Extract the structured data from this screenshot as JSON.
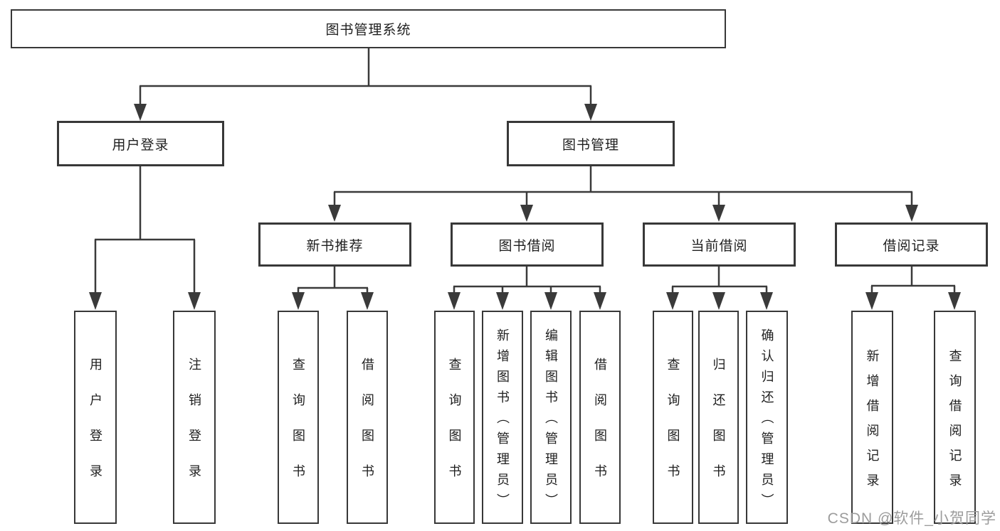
{
  "tree": {
    "root": {
      "label": "图书管理系统"
    },
    "user_login": {
      "label": "用户登录",
      "children": [
        {
          "label": "用户登录"
        },
        {
          "label": "注销登录"
        }
      ]
    },
    "book_management": {
      "label": "图书管理",
      "children": [
        {
          "label": "新书推荐",
          "children": [
            {
              "label": "查询图书"
            },
            {
              "label": "借阅图书"
            }
          ]
        },
        {
          "label": "图书借阅",
          "children": [
            {
              "label": "查询图书"
            },
            {
              "label": "新增图书（管理员）"
            },
            {
              "label": "编辑图书（管理员）"
            },
            {
              "label": "借阅图书"
            }
          ]
        },
        {
          "label": "当前借阅",
          "children": [
            {
              "label": "查询图书"
            },
            {
              "label": "归还图书"
            },
            {
              "label": "确认归还（管理员）"
            }
          ]
        },
        {
          "label": "借阅记录",
          "children": [
            {
              "label": "新增借阅记录"
            },
            {
              "label": "查询借阅记录"
            }
          ]
        }
      ]
    }
  },
  "watermark": {
    "text": "CSDN @软件_小贺同学"
  },
  "colors": {
    "line": "#3a3a3a",
    "box_border": "#383838",
    "text": "#1f1f1f",
    "background": "#ffffff",
    "watermark": "#9c9c9c"
  }
}
